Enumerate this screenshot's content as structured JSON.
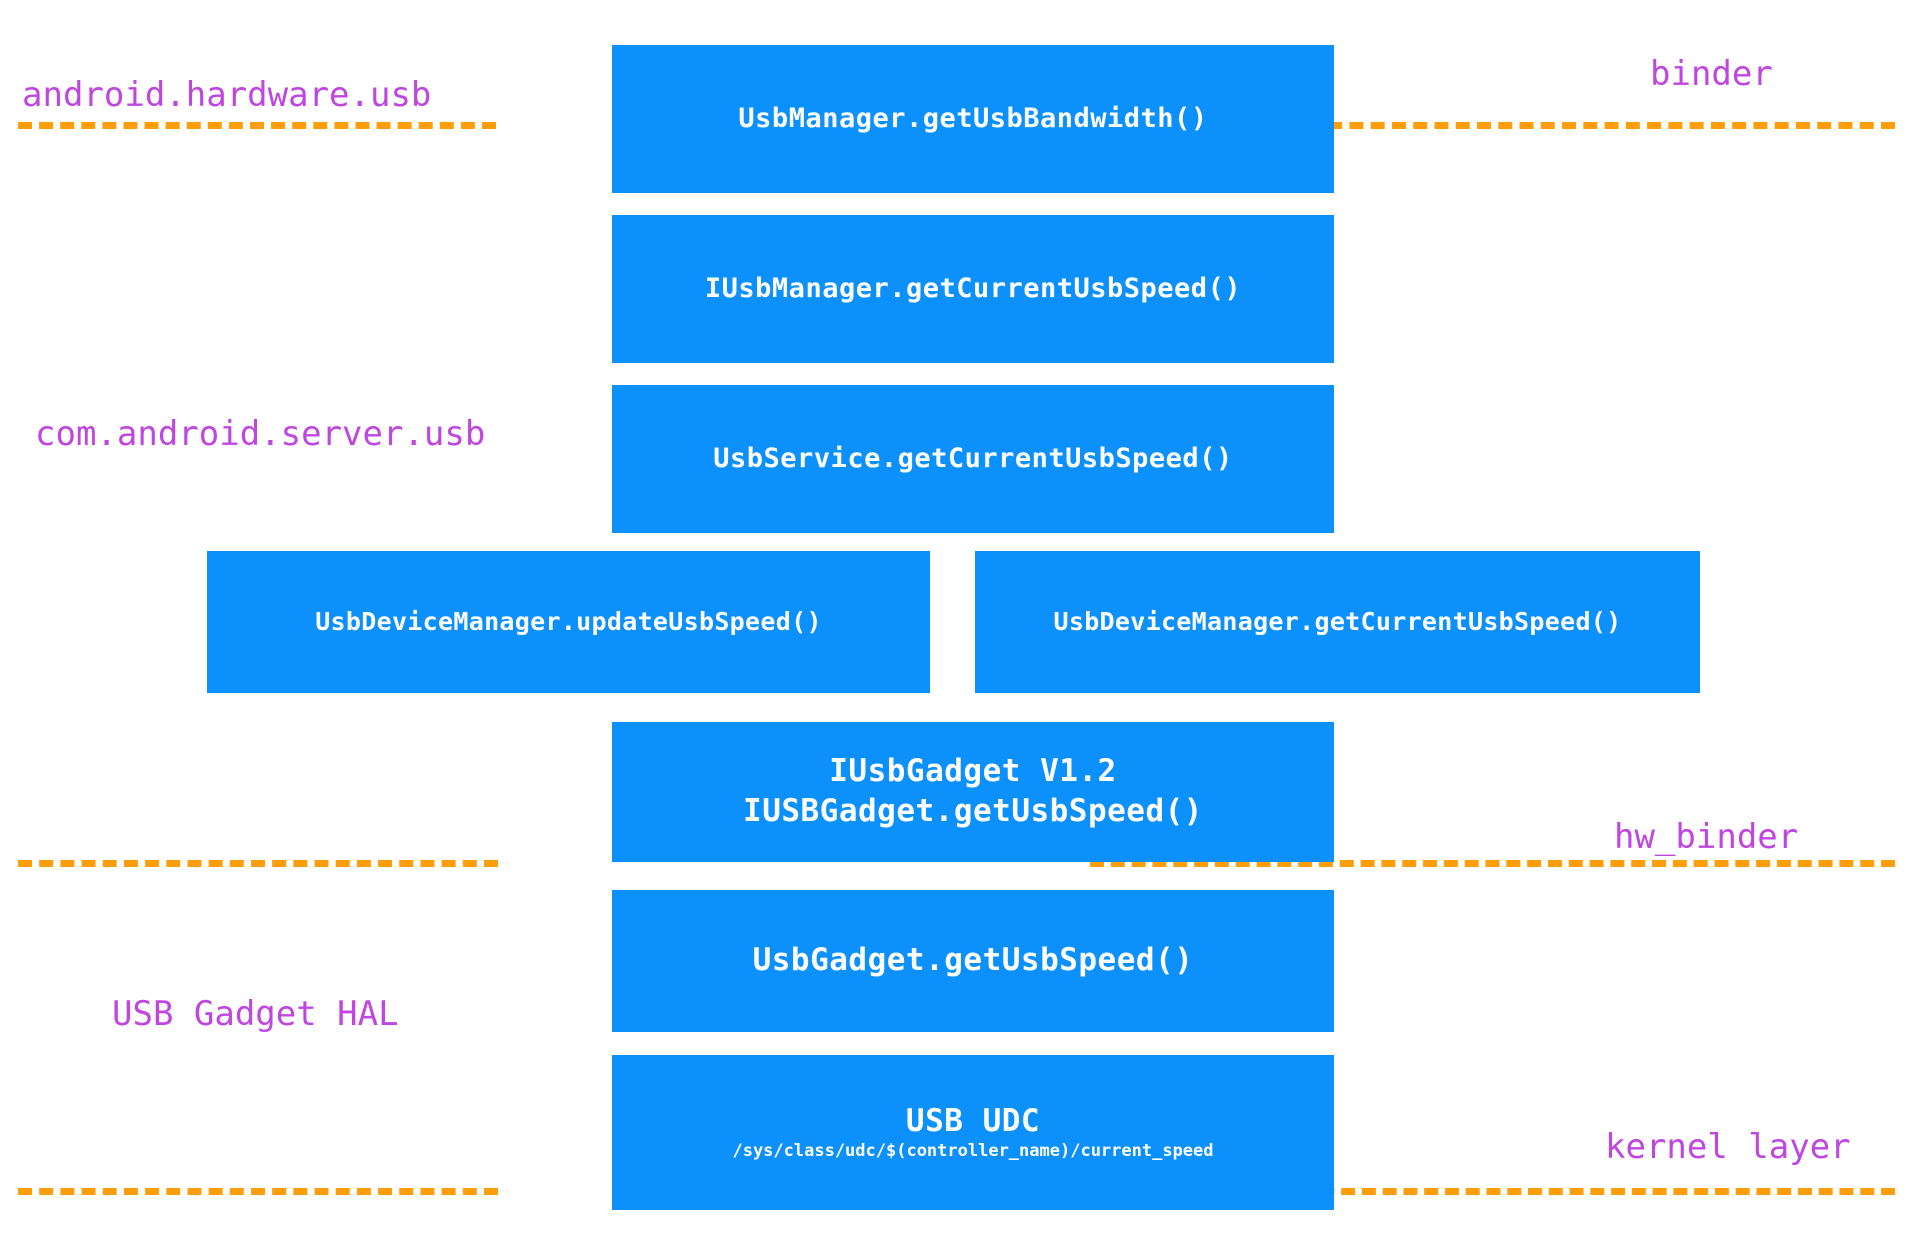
{
  "diagram": {
    "title": "Android USB speed query call stack",
    "colors": {
      "box_fill": "#0b90fc",
      "box_text": "#ffffff",
      "layer_label": "#c046e0",
      "separator": "#ff9d0b",
      "background": "#ffffff"
    },
    "boxes": [
      {
        "id": "usbmanager",
        "text": "UsbManager.getUsbBandwidth()"
      },
      {
        "id": "iusbmanager",
        "text": "IUsbManager.getCurrentUsbSpeed()"
      },
      {
        "id": "usbservice",
        "text": "UsbService.getCurrentUsbSpeed()"
      },
      {
        "id": "udm-update",
        "text": "UsbDeviceManager.updateUsbSpeed()"
      },
      {
        "id": "udm-get",
        "text": "UsbDeviceManager.getCurrentUsbSpeed()"
      },
      {
        "id": "iusbgadget",
        "line1": "IUsbGadget V1.2",
        "line2": "IUSBGadget.getUsbSpeed()"
      },
      {
        "id": "usbgadget",
        "text": "UsbGadget.getUsbSpeed()"
      },
      {
        "id": "usbudc",
        "line1": "USB UDC",
        "line2": "/sys/class/udc/$(controller_name)/current_speed"
      }
    ],
    "layer_labels": {
      "left_top": "android.hardware.usb",
      "left_middle": "com.android.server.usb",
      "left_bottom": "USB Gadget HAL",
      "right_top": "binder",
      "right_middle": "hw_binder",
      "right_bottom": "kernel layer"
    }
  }
}
